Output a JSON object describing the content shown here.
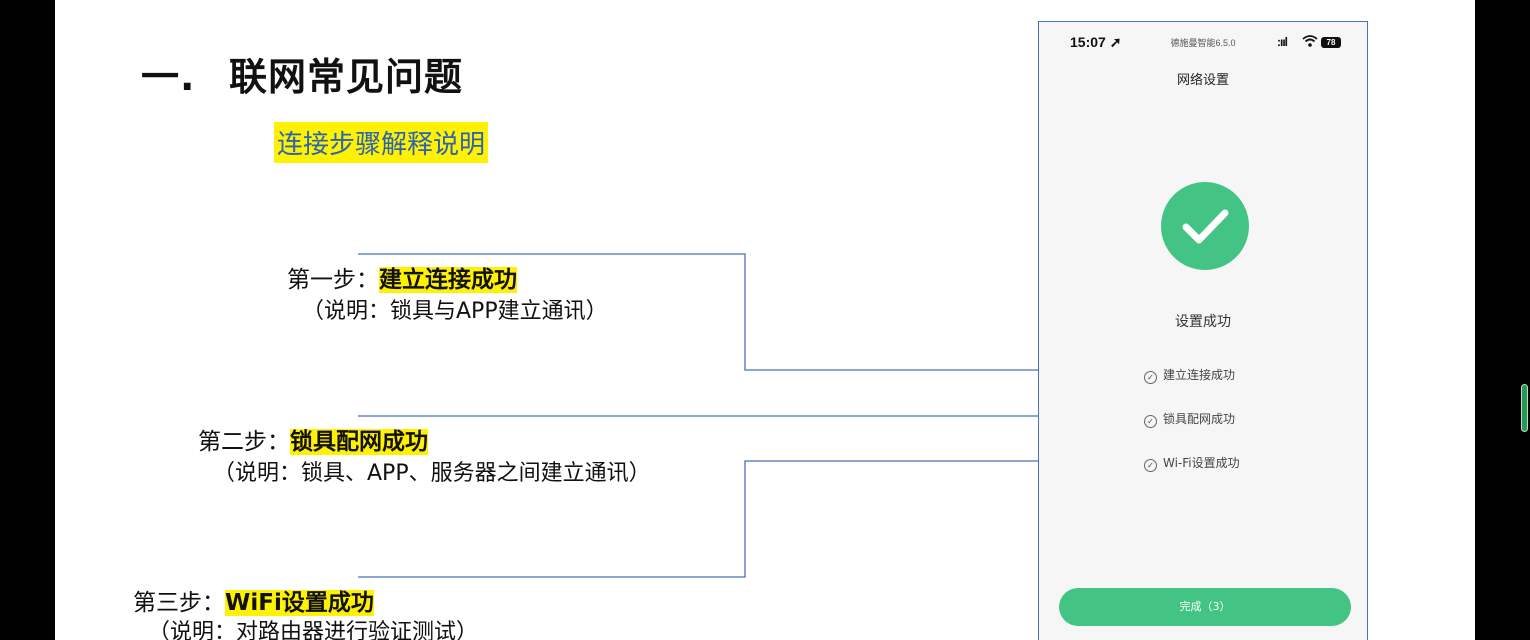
{
  "slide": {
    "heading_num": "一.",
    "heading": "联网常见问题",
    "subheading": "连接步骤解释说明",
    "steps": [
      {
        "label": "第一步：",
        "highlight": "建立连接成功",
        "note": "（说明：锁具与APP建立通讯）"
      },
      {
        "label": "第二步：",
        "highlight": "锁具配网成功",
        "note": "（说明：锁具、APP、服务器之间建立通讯）"
      },
      {
        "label": "第三步：",
        "highlight": "WiFi设置成功",
        "note": "（说明：对路由器进行验证测试）"
      }
    ]
  },
  "phone": {
    "time": "15:07",
    "app_version": "德施曼智能6.5.0",
    "signal": ":ııl",
    "battery": "78",
    "title": "网络设置",
    "result": "设置成功",
    "status_items": [
      "建立连接成功",
      "锁具配网成功",
      "Wi-Fi设置成功"
    ],
    "done_button": "完成（3）"
  },
  "colors": {
    "highlight": "#fff200",
    "accent_blue": "#2d63b4",
    "success_green": "#43c384",
    "line_blue": "#4b72b8"
  }
}
